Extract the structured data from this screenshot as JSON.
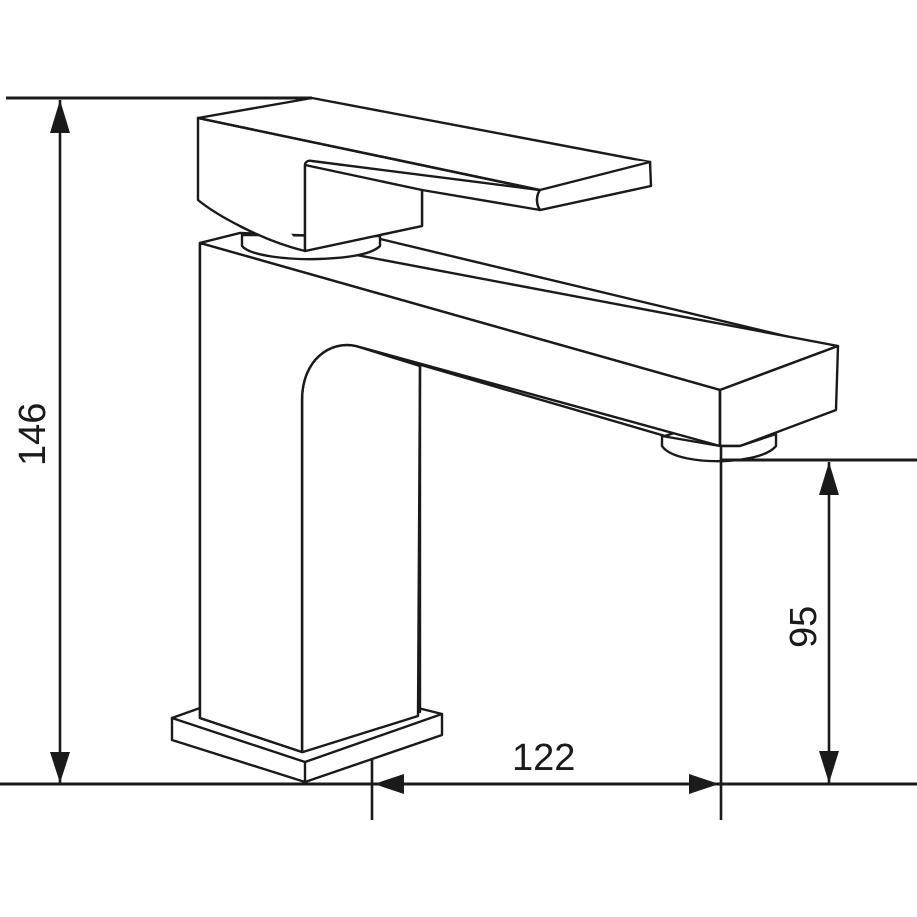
{
  "drawing": {
    "subject": "basin mixer tap",
    "units": "mm",
    "line_color": "#1a1a1a",
    "background": "#ffffff"
  },
  "dimensions": {
    "overall_height": {
      "label": "146",
      "orientation": "vertical",
      "side": "left"
    },
    "spout_height": {
      "label": "95",
      "orientation": "vertical",
      "side": "right"
    },
    "spout_reach": {
      "label": "122",
      "orientation": "horizontal",
      "side": "bottom"
    }
  }
}
